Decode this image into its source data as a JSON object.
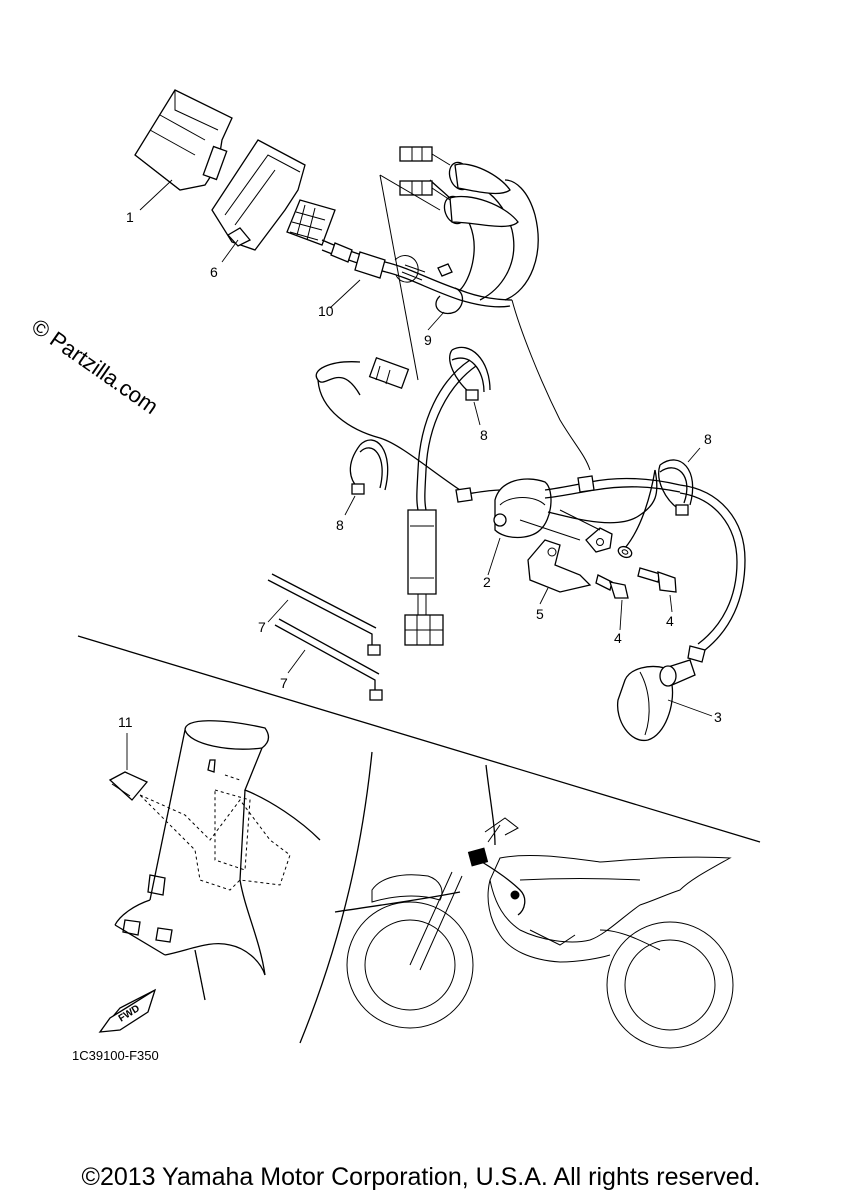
{
  "watermark": "© Partzilla.com",
  "callouts": {
    "c1": "1",
    "c6": "6",
    "c10": "10",
    "c9": "9",
    "c8a": "8",
    "c8b": "8",
    "c8c": "8",
    "c2": "2",
    "c5": "5",
    "c4a": "4",
    "c4b": "4",
    "c7a": "7",
    "c7b": "7",
    "c3": "3",
    "c11": "11"
  },
  "fwd_label": "FWD",
  "diagram_code": "1C39100-F350",
  "footer": "©2013 Yamaha Motor Corporation, U.S.A. All rights reserved."
}
